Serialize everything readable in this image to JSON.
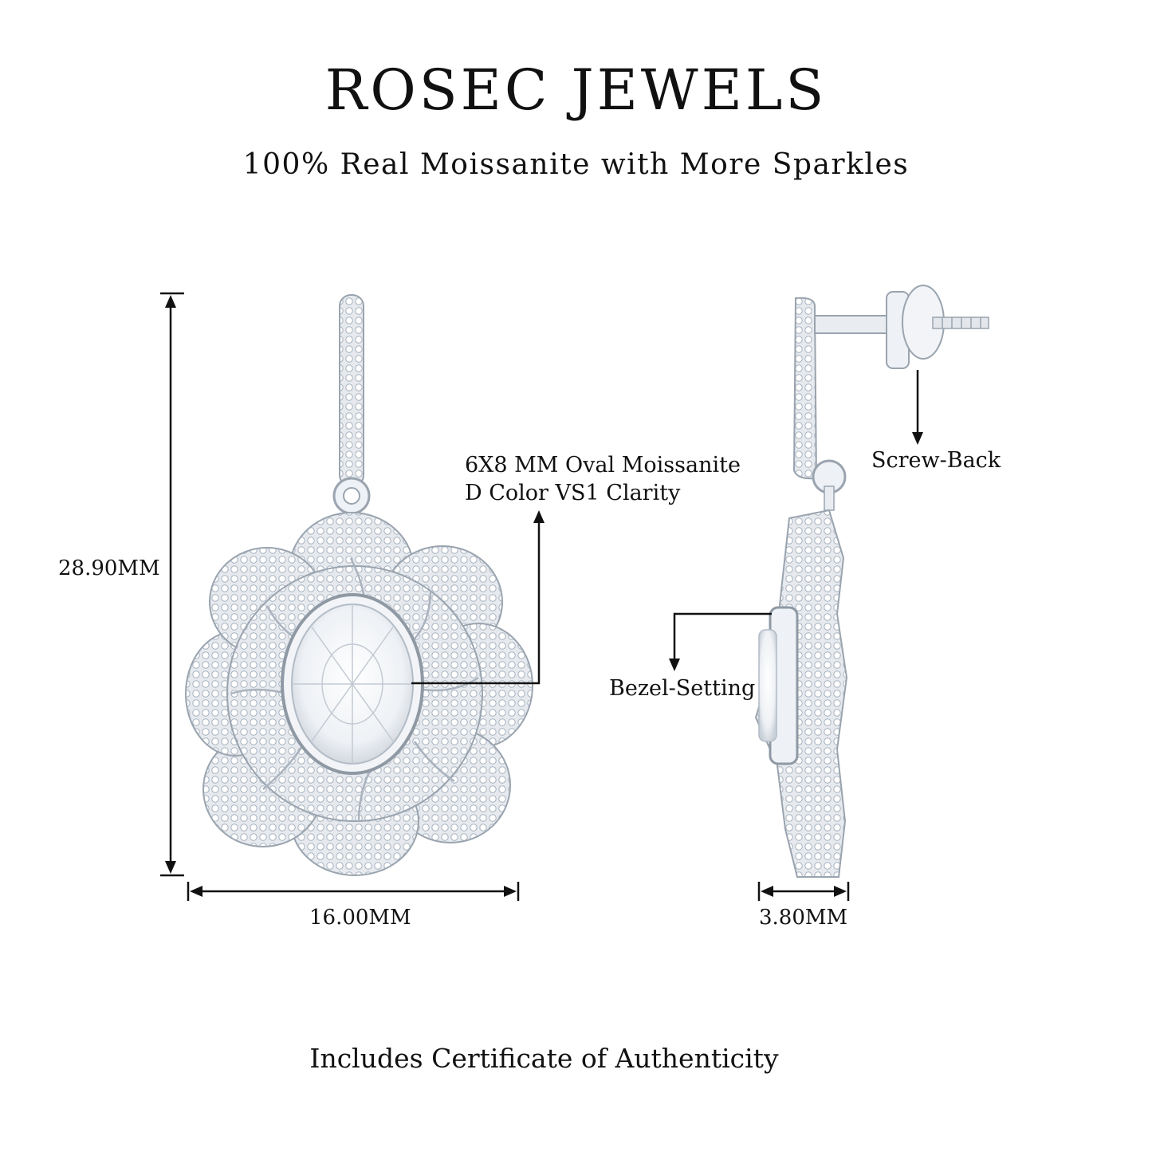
{
  "brand": {
    "title": "ROSEC JEWELS",
    "tagline": "100% Real Moissanite with More Sparkles"
  },
  "dimensions": {
    "height": "28.90MM",
    "width": "16.00MM",
    "depth": "3.80MM"
  },
  "callouts": {
    "stone_line1": "6X8 MM Oval Moissanite",
    "stone_line2": "D Color VS1 Clarity",
    "screw_back": "Screw-Back",
    "bezel_setting": "Bezel-Setting"
  },
  "footer": {
    "text": "Includes Certificate of Authenticity"
  },
  "colors": {
    "metal": "#e9edf2",
    "metal_edge": "#b9c1cb",
    "stone": "#f4f6f9",
    "text": "#111111",
    "background": "#ffffff"
  },
  "icons": {
    "earring_front": "flower-drop-earring",
    "earring_side": "earring-side-profile"
  }
}
